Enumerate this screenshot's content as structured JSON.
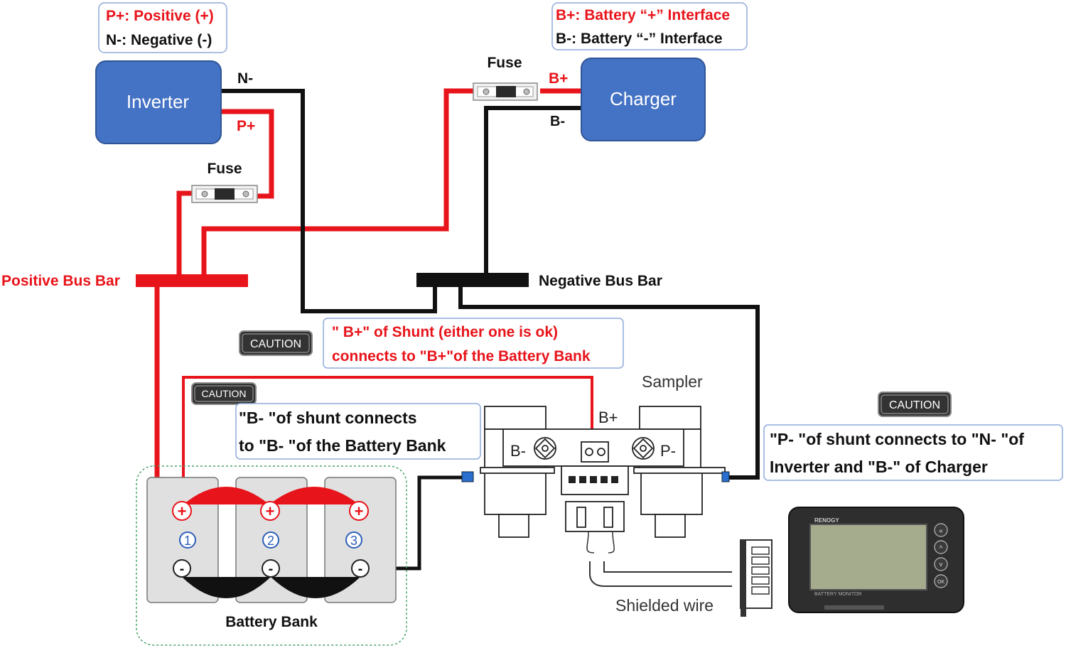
{
  "colors": {
    "wire_positive": "#e8141b",
    "wire_negative": "#111111",
    "device_fill": "#4472c4",
    "device_stroke": "#2f5597",
    "callout_border": "#8eaadb",
    "red_text": "#e8141b",
    "caution_fill": "#333333",
    "battery_fill": "#e0e0e0",
    "terminal_number": "#2e5fb8",
    "bank_outline": "#4aa36a"
  },
  "legend_inverter": {
    "line1": "P+: Positive (+)",
    "line2": "N-: Negative (-)"
  },
  "legend_charger": {
    "line1": "B+: Battery “+” Interface",
    "line2": "B-: Battery “-” Interface"
  },
  "devices": {
    "inverter": "Inverter",
    "charger": "Charger"
  },
  "labels": {
    "n_minus": "N-",
    "p_plus": "P+",
    "b_plus": "B+",
    "b_minus": "B-",
    "fuse_top": "Fuse",
    "fuse_left": "Fuse",
    "positive_bus_bar": "Positive Bus Bar",
    "negative_bus_bar": "Negative Bus Bar",
    "sampler": "Sampler",
    "shielded_wire": "Shielded wire",
    "battery_bank": "Battery Bank"
  },
  "cautions": {
    "c1": "CAUTION",
    "c2": "CAUTION",
    "c3": "CAUTION"
  },
  "callouts": {
    "shunt_bplus_line1": "\" B+\" of Shunt (either one is ok)",
    "shunt_bplus_line2": "connects to \"B+\"of the Battery Bank",
    "shunt_bminus_line1": "\"B- \"of shunt connects",
    "shunt_bminus_line2": "to \"B- \"of the Battery Bank",
    "shunt_pminus_line1": "\"P- \"of shunt connects to \"N- \"of",
    "shunt_pminus_line2": "Inverter and \"B-\" of Charger"
  },
  "shunt": {
    "b_plus": "B+",
    "b_minus": "B-",
    "p_minus": "P-"
  },
  "batteries": {
    "numbers": [
      "1",
      "2",
      "3"
    ],
    "plus": "+",
    "minus": "-"
  },
  "monitor": {
    "brand": "RENOGY",
    "model": "BATTERY MONITOR",
    "buttons": [
      "«",
      "^",
      "v",
      "OK"
    ]
  }
}
